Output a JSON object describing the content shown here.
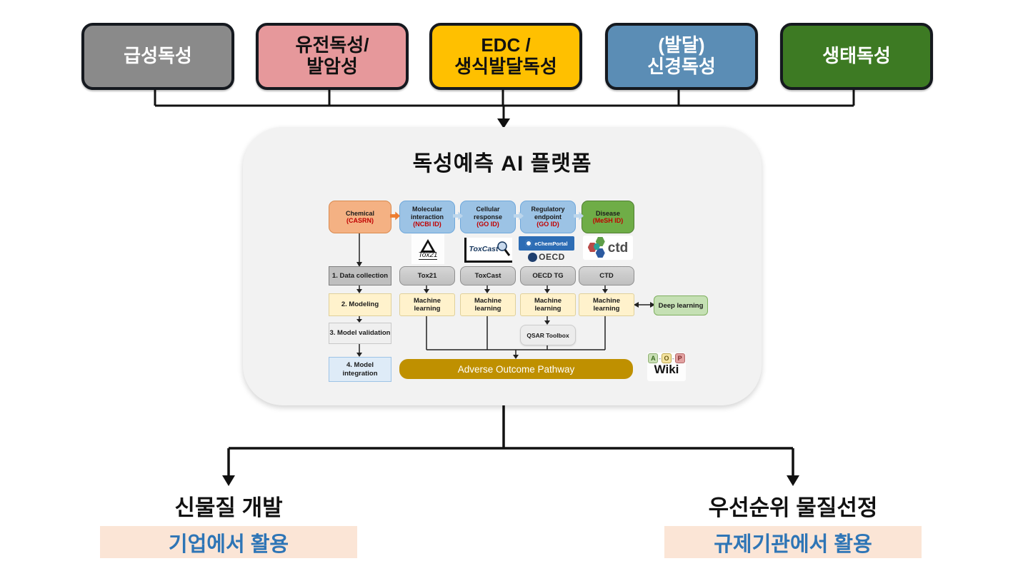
{
  "colors": {
    "top_gray": "#8A8A8A",
    "top_pink": "#E6989B",
    "top_yellow": "#FFC000",
    "top_blue": "#5B8DB5",
    "top_green": "#3D7A23",
    "box_border": "#15191F",
    "platform_bg": "#F2F2F2",
    "chemical_orange": "#F4B183",
    "flow_blue": "#9CC3E5",
    "disease_green": "#6FAD47",
    "id_red": "#C00000",
    "dataset_gray": "#C8C8C8",
    "ml_yellow": "#FFF2CC",
    "dl_green": "#C5E0B4",
    "model_integration_blue": "#DEEBF7",
    "aop_gold": "#BF9000",
    "usage_bg": "#FBE5D6",
    "usage_text": "#2E75B6",
    "connector": "#111111"
  },
  "top_boxes": [
    {
      "label": "급성독성"
    },
    {
      "label": "유전독성/\n발암성"
    },
    {
      "label": "EDC /\n생식발달독성"
    },
    {
      "label": "(발달)\n신경독성"
    },
    {
      "label": "생태독성"
    }
  ],
  "platform": {
    "title": "독성예측 AI 플랫폼",
    "flow_boxes": [
      {
        "title": "Chemical",
        "id": "(CASRN)"
      },
      {
        "title": "Molecular\ninteraction",
        "id": "(NCBI ID)"
      },
      {
        "title": "Cellular\nresponse",
        "id": "(GO ID)"
      },
      {
        "title": "Regulatory\nendpoint",
        "id": "(GO ID)"
      },
      {
        "title": "Disease",
        "id": "(MeSH ID)"
      }
    ],
    "logos": {
      "tox21": "Tox21",
      "toxcast": "ToxCast",
      "echemportal": "eChemPortal",
      "oecd": "OECD",
      "ctd": "ctd",
      "aop_a": "A",
      "aop_o": "O",
      "aop_p": "P",
      "aop_wiki": "Wiki"
    },
    "datasets": [
      "Tox21",
      "ToxCast",
      "OECD TG",
      "CTD"
    ],
    "steps": [
      "1. Data collection",
      "2. Modeling",
      "3. Model validation",
      "4. Model\nintegration"
    ],
    "machine_learning": "Machine\nlearning",
    "deep_learning": "Deep learning",
    "qsar": "QSAR Toolbox",
    "aop_bar": "Adverse Outcome Pathway"
  },
  "outputs": [
    {
      "title": "신물질 개발",
      "usage": "기업에서 활용"
    },
    {
      "title": "우선순위 물질선정",
      "usage": "규제기관에서 활용"
    }
  ]
}
